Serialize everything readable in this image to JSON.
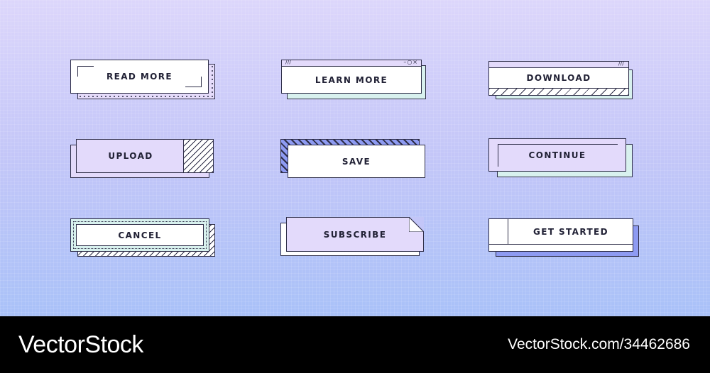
{
  "buttons": {
    "read_more": "READ MORE",
    "learn_more": "LEARN MORE",
    "download": "DOWNLOAD",
    "upload": "UPLOAD",
    "save": "SAVE",
    "continue": "CONTINUE",
    "cancel": "CANCEL",
    "subscribe": "SUBSCRIBE",
    "get_started": "GET STARTED"
  },
  "window_controls": {
    "grip": "///",
    "controls": "–○×"
  },
  "footer": {
    "brand": "VectorStock",
    "credit": "VectorStock.com/34462686"
  },
  "colors": {
    "lavender": "#e3dafb",
    "mint": "#d8f1ee",
    "blue": "#8e9bf2",
    "outline": "#2e2e48"
  }
}
